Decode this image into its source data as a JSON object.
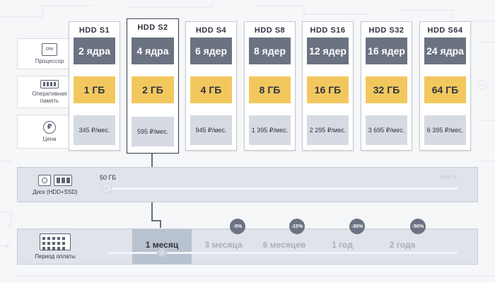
{
  "features": {
    "cpu_label": "Процессор",
    "cpu_chip": "CPU",
    "ram_label": "Оперативная память",
    "price_label": "Цена",
    "price_symbol": "₽"
  },
  "plans": [
    {
      "name": "HDD S1",
      "cpu": "2 ядра",
      "ram": "1 ГБ",
      "price": "345 ₽/мес."
    },
    {
      "name": "HDD S2",
      "cpu": "4 ядра",
      "ram": "2 ГБ",
      "price": "595 ₽/мес."
    },
    {
      "name": "HDD S4",
      "cpu": "6 ядер",
      "ram": "4 ГБ",
      "price": "945 ₽/мес."
    },
    {
      "name": "HDD S8",
      "cpu": "8 ядер",
      "ram": "8 ГБ",
      "price": "1 395 ₽/мес."
    },
    {
      "name": "HDD S16",
      "cpu": "12 ядер",
      "ram": "16 ГБ",
      "price": "2 295 ₽/мес."
    },
    {
      "name": "HDD S32",
      "cpu": "16 ядер",
      "ram": "32 ГБ",
      "price": "3 695 ₽/мес."
    },
    {
      "name": "HDD S64",
      "cpu": "24 ядра",
      "ram": "64 ГБ",
      "price": "6 395 ₽/мес."
    }
  ],
  "selected_plan": "HDD S2",
  "disk": {
    "label": "Диск (HDD+SSD)",
    "value": "50 ГБ",
    "max": "3000 ГБ",
    "slider_fraction": 0
  },
  "period": {
    "label": "Период оплаты",
    "options": [
      {
        "label": "1 месяц",
        "discount": ""
      },
      {
        "label": "3 месяца",
        "discount": "-5%"
      },
      {
        "label": "6 месяцев",
        "discount": "-15%"
      },
      {
        "label": "1 год",
        "discount": "-30%"
      },
      {
        "label": "2 года",
        "discount": "-50%"
      }
    ],
    "selected": "1 месяц"
  },
  "colors": {
    "cpu": "#6b7382",
    "ram": "#f2c85e",
    "price": "#d6dae2",
    "panel": "#dfe3ea"
  }
}
